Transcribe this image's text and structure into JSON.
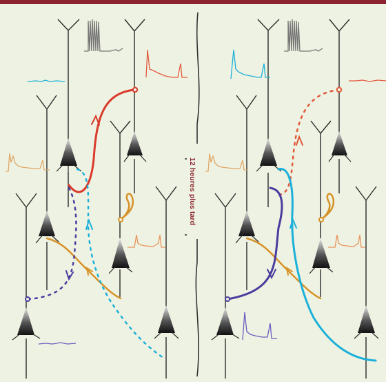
{
  "caption": {
    "time_label": "12 heures plus tard"
  },
  "colors": {
    "background": "#eef2e2",
    "top_bar": "#8b2330",
    "neuron": "#2a2a2a",
    "red": "#d93a2b",
    "orange": "#e8794a",
    "blue": "#1ab0d9",
    "purple": "#4a3c9e",
    "gold": "#d69228",
    "gray_trace": "#777777"
  },
  "panels": [
    {
      "name": "before",
      "connections_solid": [
        "red",
        "gold"
      ],
      "connections_dotted": [
        "blue",
        "purple"
      ]
    },
    {
      "name": "after",
      "connections_solid": [
        "blue",
        "purple",
        "gold"
      ],
      "connections_dotted": [
        "red"
      ]
    }
  ]
}
